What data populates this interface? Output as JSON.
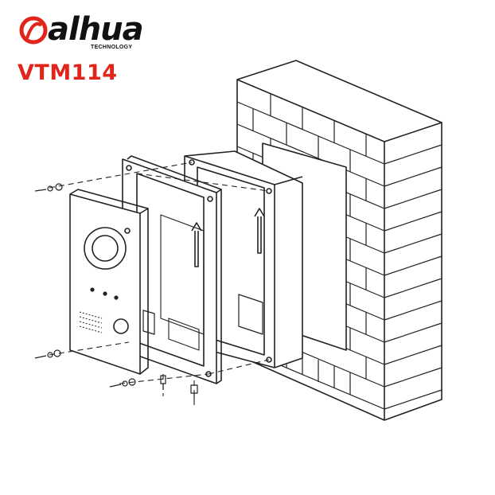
{
  "brand": {
    "logo_text": "alhua",
    "tagline": "TECHNOLOGY",
    "logo_color": "#e1251b"
  },
  "model": {
    "name": "VTM114",
    "color": "#e1251b"
  },
  "diagram": {
    "type": "exploded-installation-view",
    "parts": [
      "brick-wall",
      "flush-mount-back-box",
      "mounting-frame",
      "door-station-module",
      "screws"
    ],
    "icons": [
      "up-arrow-icon",
      "up-arrow-icon"
    ]
  }
}
